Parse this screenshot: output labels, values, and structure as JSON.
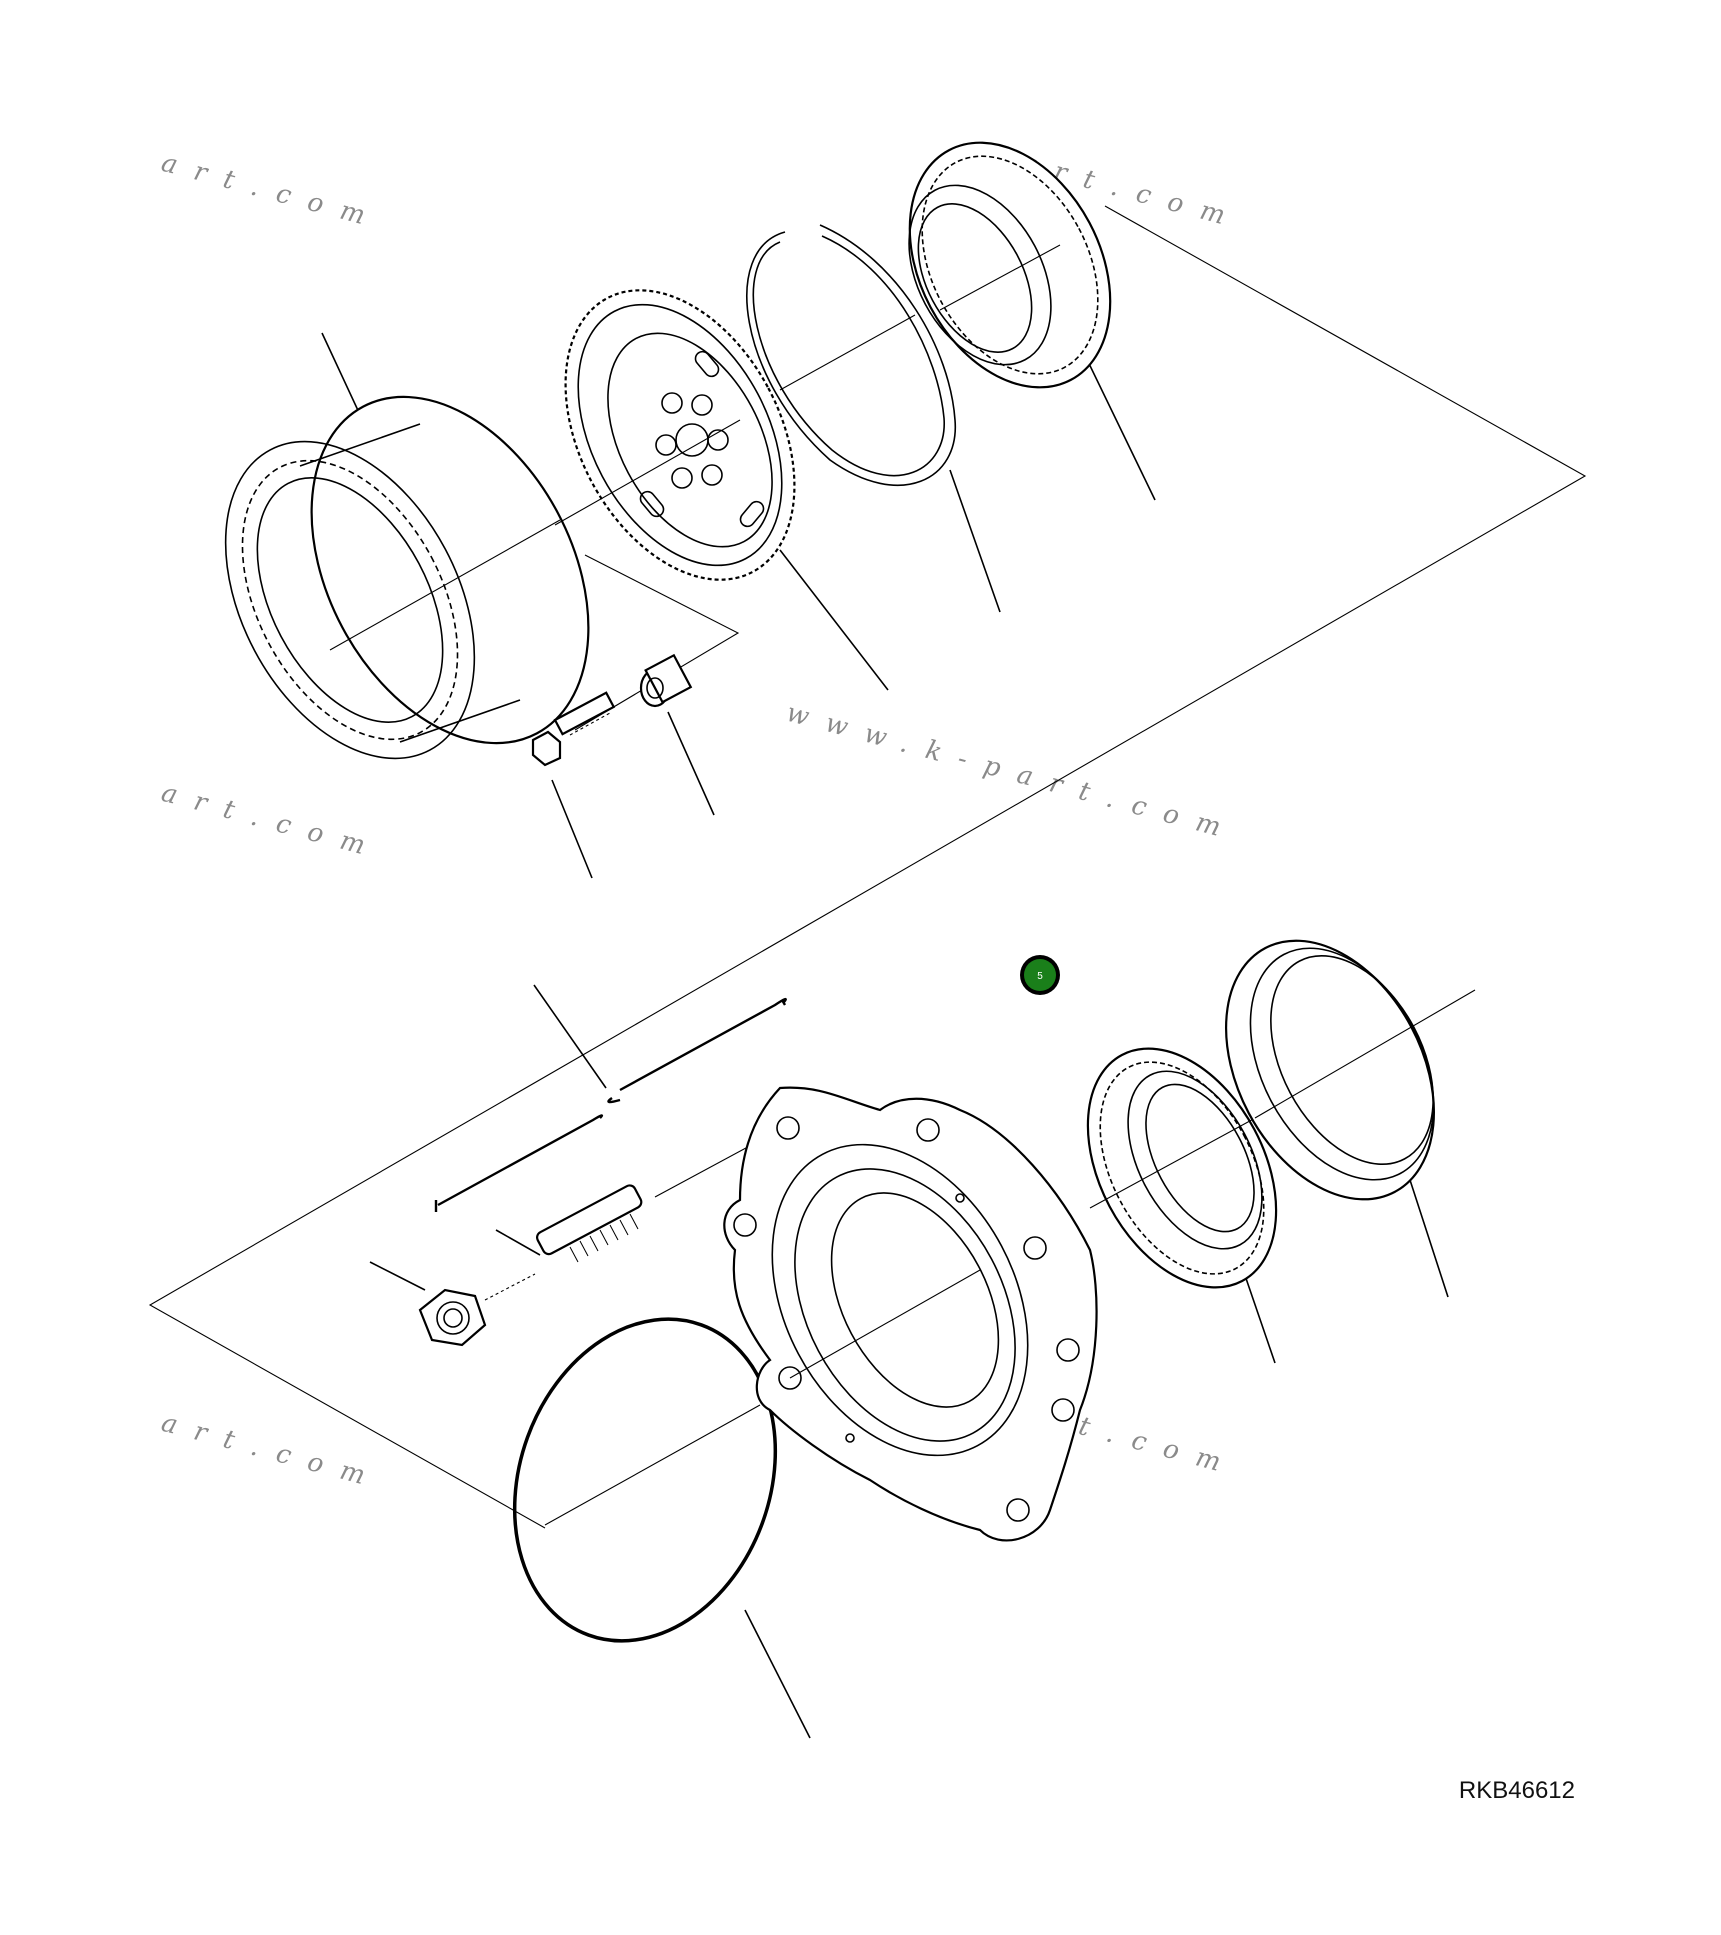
{
  "drawing": {
    "code": "RKB46612",
    "callout_label": "5",
    "callout_color": "#1a7f1a"
  },
  "watermarks": {
    "long": "www.k-part.com",
    "short": "art.com"
  },
  "parts": [
    "ring-gear",
    "planet-carrier",
    "snap-ring",
    "roller-bearing-upper",
    "bolt",
    "bushing",
    "gasket",
    "stud",
    "nut",
    "o-ring",
    "hub-housing",
    "roller-bearing-lower",
    "oil-seal"
  ]
}
